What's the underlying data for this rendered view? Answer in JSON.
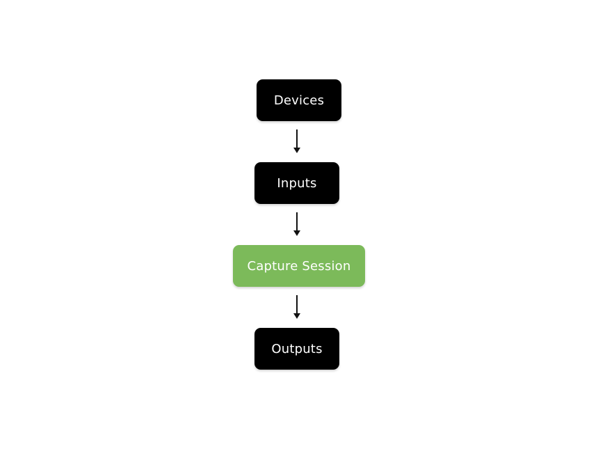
{
  "diagram": {
    "nodes": [
      {
        "id": "devices",
        "label": "Devices",
        "fill": "#000000",
        "text_color": "#ffffff"
      },
      {
        "id": "inputs",
        "label": "Inputs",
        "fill": "#000000",
        "text_color": "#ffffff"
      },
      {
        "id": "capture_session",
        "label": "Capture Session",
        "fill": "#7cba5a",
        "text_color": "#ffffff"
      },
      {
        "id": "outputs",
        "label": "Outputs",
        "fill": "#000000",
        "text_color": "#ffffff"
      }
    ],
    "edges": [
      {
        "from": "devices",
        "to": "inputs"
      },
      {
        "from": "inputs",
        "to": "capture_session"
      },
      {
        "from": "capture_session",
        "to": "outputs"
      }
    ],
    "arrow_color": "#111111"
  }
}
